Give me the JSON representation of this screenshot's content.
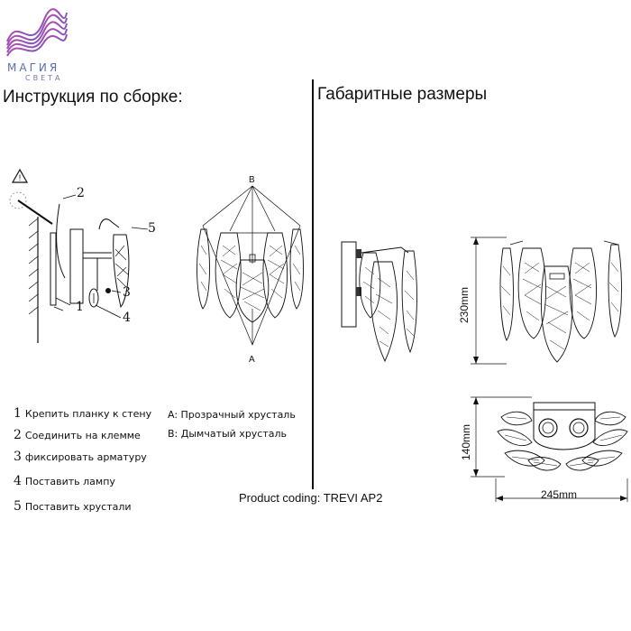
{
  "logo": {
    "word": "МАГИЯ",
    "sub": "СВЕТА"
  },
  "left_title": "Инструкция по сборке:",
  "right_title": "Габаритные размеры",
  "steps": [
    {
      "n": "1",
      "text": "Крепить планку к стену"
    },
    {
      "n": "2",
      "text": "Соединить на клемме"
    },
    {
      "n": "3",
      "text": "фиксировать арматуру"
    },
    {
      "n": "4",
      "text": "Поставить лампу"
    },
    {
      "n": "5",
      "text": "Поставить хрустали"
    }
  ],
  "legend": {
    "a": "A:  Прозрачный хрусталь",
    "b": "B:  Дымчатый хрусталь"
  },
  "callouts": {
    "c1": "1",
    "c2": "2",
    "c3": "3",
    "c4": "4",
    "c5": "5",
    "label_a": "A",
    "label_b": "B"
  },
  "dimensions": {
    "height": "230mm",
    "depth": "140mm",
    "width": "245mm"
  },
  "product_coding": "Product coding: TREVI AP2",
  "colors": {
    "logo_pink": "#d63c8f",
    "logo_blue": "#4a63b5",
    "line": "#111111"
  }
}
